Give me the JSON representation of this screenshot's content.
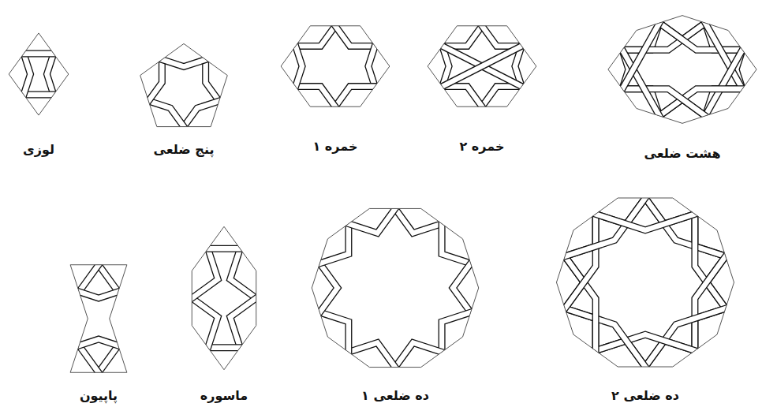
{
  "diagram": {
    "nodes": [
      {
        "text": [
          "لوزی"
        ]
      },
      {
        "text": [
          "پنج ضلعی"
        ]
      },
      {
        "text": [
          "خمره ۱"
        ]
      },
      {
        "text": [
          "خمره ۲"
        ]
      },
      {
        "text": [
          "هشت ضلعی"
        ]
      },
      {
        "text": [
          "پاپیون"
        ]
      },
      {
        "text": [
          "ماسوره"
        ]
      },
      {
        "text": [
          "ده ضلعی ۱"
        ]
      },
      {
        "text": [
          "ده ضلعی ۲"
        ]
      }
    ]
  }
}
